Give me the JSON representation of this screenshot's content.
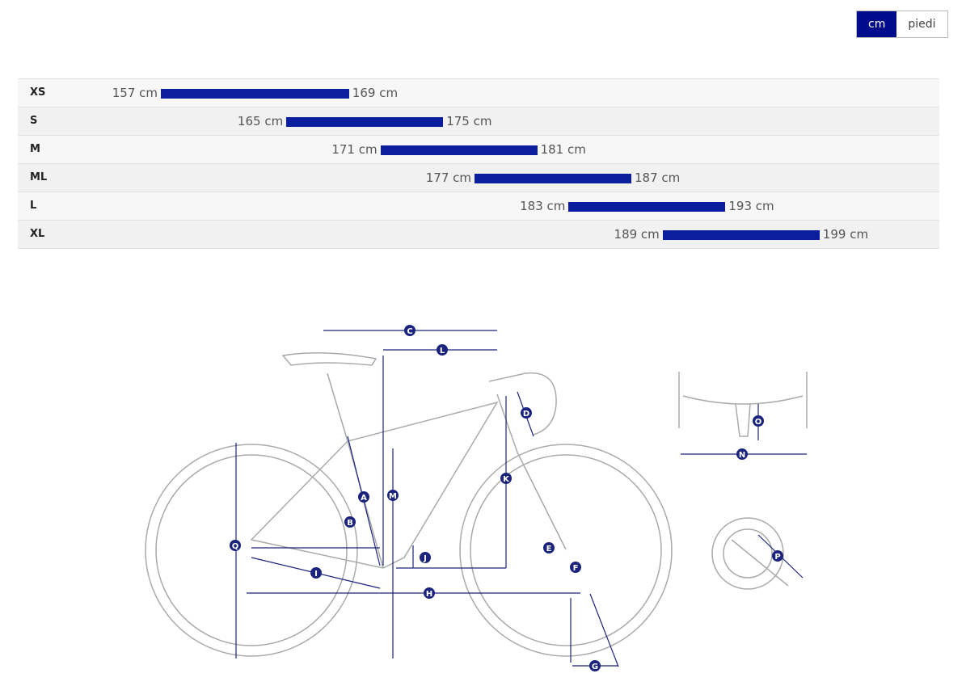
{
  "units": {
    "options": [
      "cm",
      "piedi"
    ],
    "selected": "cm"
  },
  "sizes": [
    {
      "size": "XS",
      "min": 157,
      "max": 169,
      "min_label": "157 cm",
      "max_label": "169 cm"
    },
    {
      "size": "S",
      "min": 165,
      "max": 175,
      "min_label": "165 cm",
      "max_label": "175 cm"
    },
    {
      "size": "M",
      "min": 171,
      "max": 181,
      "min_label": "171 cm",
      "max_label": "181 cm"
    },
    {
      "size": "ML",
      "min": 177,
      "max": 187,
      "min_label": "177 cm",
      "max_label": "187 cm"
    },
    {
      "size": "L",
      "min": 183,
      "max": 193,
      "min_label": "183 cm",
      "max_label": "193 cm"
    },
    {
      "size": "XL",
      "min": 189,
      "max": 199,
      "min_label": "189 cm",
      "max_label": "199 cm"
    }
  ],
  "colors": {
    "accent": "#000c8c",
    "bar": "#0a1e9e"
  },
  "diagram": {
    "labels": [
      "C",
      "L",
      "D",
      "A",
      "M",
      "K",
      "B",
      "Q",
      "J",
      "E",
      "F",
      "I",
      "H",
      "G",
      "O",
      "N",
      "P"
    ]
  }
}
